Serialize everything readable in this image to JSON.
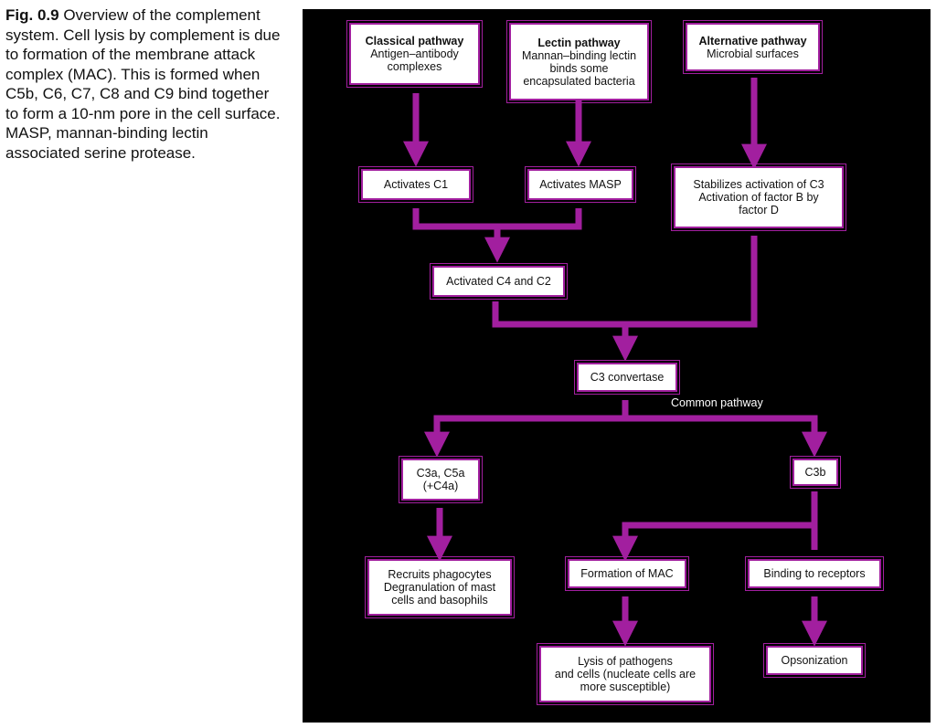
{
  "caption": {
    "fig_label": "Fig. 0.9",
    "text": "Overview of the complement system. Cell lysis by complement is due to formation of the membrane attack complex (MAC). This is formed when C5b, C6, C7, C8 and C9 bind together to form a 10-nm pore in the cell surface. MASP, mannan-binding lectin associated serine protease."
  },
  "nodes": {
    "classical": {
      "title": "Classical pathway",
      "lines": [
        "Antigen–antibody",
        "complexes"
      ]
    },
    "lectin": {
      "title": "Lectin pathway",
      "lines": [
        "Mannan–binding lectin",
        "binds some",
        "encapsulated bacteria"
      ]
    },
    "alternative": {
      "title": "Alternative pathway",
      "lines": [
        "Microbial surfaces"
      ]
    },
    "activates_c1": {
      "lines": [
        "Activates C1"
      ]
    },
    "activates_masp": {
      "lines": [
        "Activates MASP"
      ]
    },
    "stabilizes": {
      "lines": [
        "Stabilizes activation of C3",
        "Activation of factor B by",
        "factor D"
      ]
    },
    "activated_c4_c2": {
      "lines": [
        "Activated C4 and C2"
      ]
    },
    "c3_convertase": {
      "lines": [
        "C3 convertase"
      ]
    },
    "c3a_c5a": {
      "lines": [
        "C3a, C5a",
        "(+C4a)"
      ]
    },
    "c3b": {
      "lines": [
        "C3b"
      ]
    },
    "recruits": {
      "lines": [
        "Recruits phagocytes",
        "Degranulation of mast",
        "cells and basophils"
      ]
    },
    "formation_mac": {
      "lines": [
        "Formation of MAC"
      ]
    },
    "binding_receptors": {
      "lines": [
        "Binding to receptors"
      ]
    },
    "lysis": {
      "lines": [
        "Lysis of pathogens",
        "and cells (nucleate cells are",
        "more susceptible)"
      ]
    },
    "opsonization": {
      "lines": [
        "Opsonization"
      ]
    }
  },
  "common_pathway_label": "Common pathway",
  "colors": {
    "arrow": "#a21f9f",
    "box_border": "#a21f9f",
    "panel": "#000000"
  }
}
